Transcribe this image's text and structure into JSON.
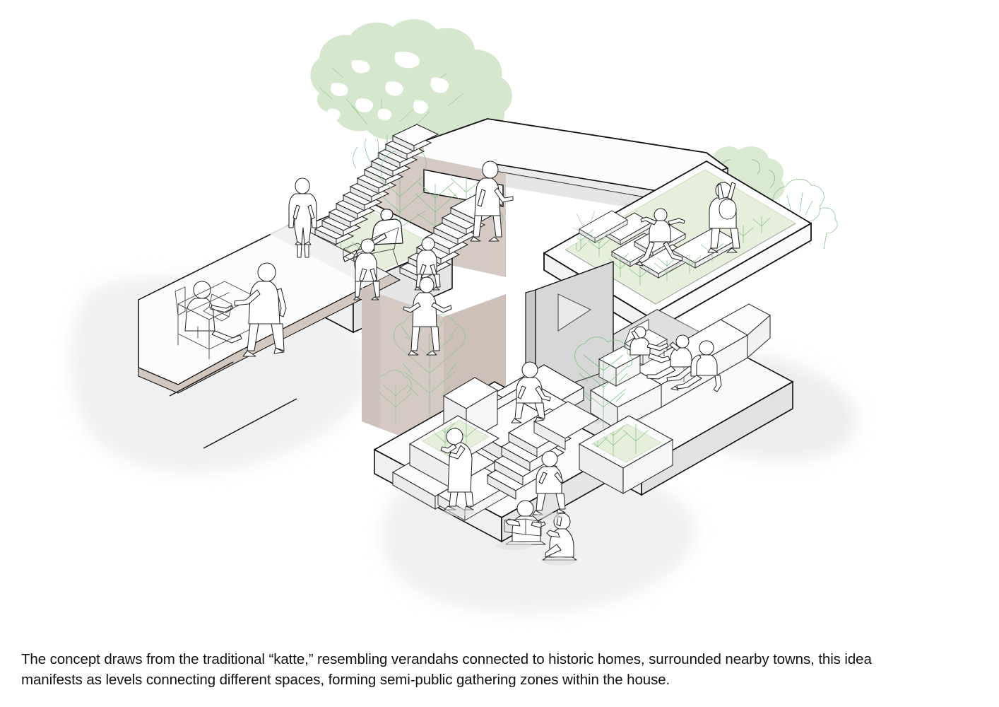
{
  "document": {
    "type": "architectural-concept-axonometric",
    "background_color": "#ffffff",
    "title_visible": false
  },
  "caption": {
    "lines": [
      "The concept draws from the traditional “katte,” resembling verandahs connected to historic homes, surrounded nearby towns, this idea",
      "manifests as levels connecting different spaces, forming semi-public gathering zones within the house."
    ],
    "full_text": "The concept draws from the traditional “katte,” resembling verandahs connected to historic homes, surrounded nearby towns, this idea manifests as levels connecting different spaces, forming semi-public gathering zones within the house.",
    "color": "#121212"
  },
  "palette": {
    "paper": "#ffffff",
    "slab_top_light": "#fbfbfb",
    "slab_top_mid": "#f1f1f1",
    "slab_shade": "#e3e3e3",
    "slab_shade_deep": "#cfcfcf",
    "wall_warm": "#d5c9c3",
    "wall_warm_light": "#ded5cf",
    "edge_beige": "#d2c8c0",
    "lawn_green": "#e6efdb",
    "foliage_green": "#8cc48e",
    "foliage_green_soft": "#cfe3c8",
    "outline_black": "#111111",
    "ground_shadow": "#f0f0f0",
    "ground_shadow_deep": "#d8d8d8"
  },
  "scene": {
    "name": "katte-inspired stepped house axonometric",
    "projection": "axonometric / isometric cutaway",
    "levels": [
      {
        "id": "upper-roof",
        "label": "upper roof slab"
      },
      {
        "id": "roof-garden",
        "label": "roof garden terrace with stepping stones"
      },
      {
        "id": "mid-deck",
        "label": "mid-level planted deck with grand stair"
      },
      {
        "id": "living-level",
        "label": "interior living level with sofa and armchair"
      },
      {
        "id": "katte-steps",
        "label": "central stepped katte gathering platform"
      },
      {
        "id": "ground-plane",
        "label": "lower ground plane / verandah"
      }
    ],
    "elements": [
      {
        "id": "grand-stair",
        "label": "grand stair to upper terrace",
        "steps": 13
      },
      {
        "id": "mid-stair",
        "label": "mid connecting stair",
        "steps": 7
      },
      {
        "id": "lower-stair",
        "label": "lower stair into katte",
        "steps": 9
      },
      {
        "id": "stepping-stones",
        "label": "stepping stone pavers on roof garden",
        "count": 6
      },
      {
        "id": "planter-boxes",
        "label": "planter boxes",
        "count": 5
      },
      {
        "id": "sofa-lounge",
        "label": "lounge sofa",
        "count": 2
      },
      {
        "id": "armchair",
        "label": "armchair",
        "count": 2
      },
      {
        "id": "wall-opening",
        "label": "triangular wall opening",
        "count": 1
      }
    ],
    "figures": [
      {
        "id": "fig-stair-standing",
        "label": "person standing at stair base",
        "zone": "mid-deck"
      },
      {
        "id": "fig-reclining",
        "label": "person reclining in lounge chair",
        "zone": "mid-deck"
      },
      {
        "id": "fig-seated-ledge",
        "label": "person seated on planter ledge",
        "zone": "mid-deck"
      },
      {
        "id": "fig-walking-roof",
        "label": "person walking under roof slab",
        "zone": "roof-garden"
      },
      {
        "id": "fig-seated-steps",
        "label": "person seated on mid steps",
        "zone": "mid-stair"
      },
      {
        "id": "fig-descending",
        "label": "person descending lower stair",
        "zone": "lower-stair"
      },
      {
        "id": "fig-stone-hop-a",
        "label": "person stepping on stones",
        "zone": "roof-garden"
      },
      {
        "id": "fig-stone-hop-b",
        "label": "person carrying bag on stones",
        "zone": "roof-garden"
      },
      {
        "id": "fig-sofa-laptop",
        "label": "person on sofa with laptop",
        "zone": "ground-plane"
      },
      {
        "id": "fig-walking-left",
        "label": "person walking on verandah",
        "zone": "ground-plane"
      },
      {
        "id": "fig-armchair",
        "label": "person in armchair",
        "zone": "living-level"
      },
      {
        "id": "fig-sofa-pair-a",
        "label": "person lounging on sofa",
        "zone": "living-level"
      },
      {
        "id": "fig-sofa-pair-b",
        "label": "person sitting on sofa",
        "zone": "living-level"
      },
      {
        "id": "fig-on-block",
        "label": "person seated on block",
        "zone": "katte-steps"
      },
      {
        "id": "fig-gardening",
        "label": "person tending planter",
        "zone": "katte-steps"
      },
      {
        "id": "fig-step-sitting",
        "label": "person sitting on katte step",
        "zone": "katte-steps"
      },
      {
        "id": "fig-floor-reading",
        "label": "person reading on floor",
        "zone": "ground-plane"
      },
      {
        "id": "fig-floor-sitting",
        "label": "person sitting on floor",
        "zone": "ground-plane"
      }
    ],
    "vegetation": [
      {
        "id": "canopy-tree-main",
        "label": "large canopy tree above stair",
        "tone": "#cfe3c8"
      },
      {
        "id": "canopy-tree-right",
        "label": "tree cluster right of roof garden",
        "tone": "#8cc48e"
      },
      {
        "id": "palm-cluster",
        "label": "palm and fern cluster at mid-deck",
        "tone": "#8cc48e"
      },
      {
        "id": "shrubs-roof",
        "label": "shrubs across roof garden",
        "tone": "#8cc48e"
      },
      {
        "id": "planter-sapling",
        "label": "sapling in interior planter",
        "tone": "#8cc48e"
      }
    ]
  }
}
